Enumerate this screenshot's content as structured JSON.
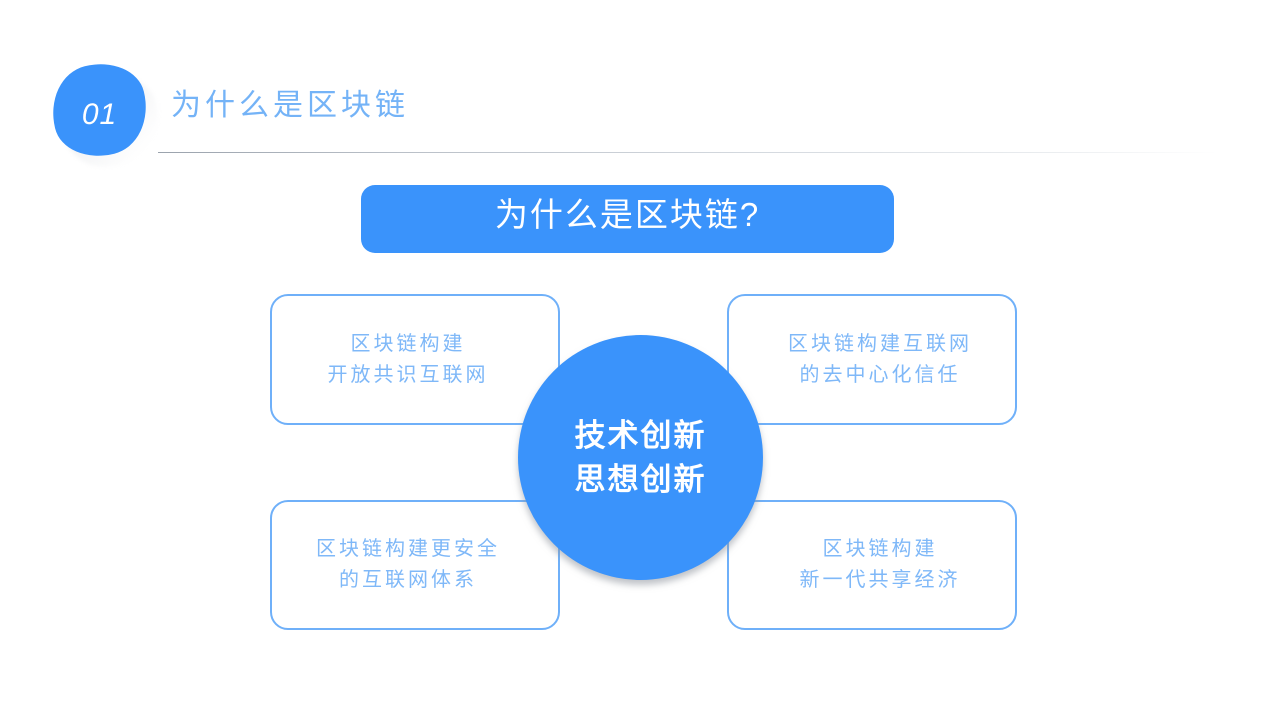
{
  "slide": {
    "background_color": "#ffffff",
    "accent_color": "#3a93fb",
    "accent_light_color": "#7fb8f8",
    "border_color": "#6fb0f9"
  },
  "header": {
    "badge_number": "01",
    "title": "为什么是区块链"
  },
  "main_title": {
    "text": "为什么是区块链?"
  },
  "center": {
    "text": "技术创新\n思想创新"
  },
  "cards": [
    {
      "id": "top-left",
      "text": "区块链构建\n开放共识互联网"
    },
    {
      "id": "top-right",
      "text": "区块链构建互联网\n的去中心化信任"
    },
    {
      "id": "bottom-left",
      "text": "区块链构建更安全\n的互联网体系"
    },
    {
      "id": "bottom-right",
      "text": "区块链构建\n新一代共享经济"
    }
  ]
}
